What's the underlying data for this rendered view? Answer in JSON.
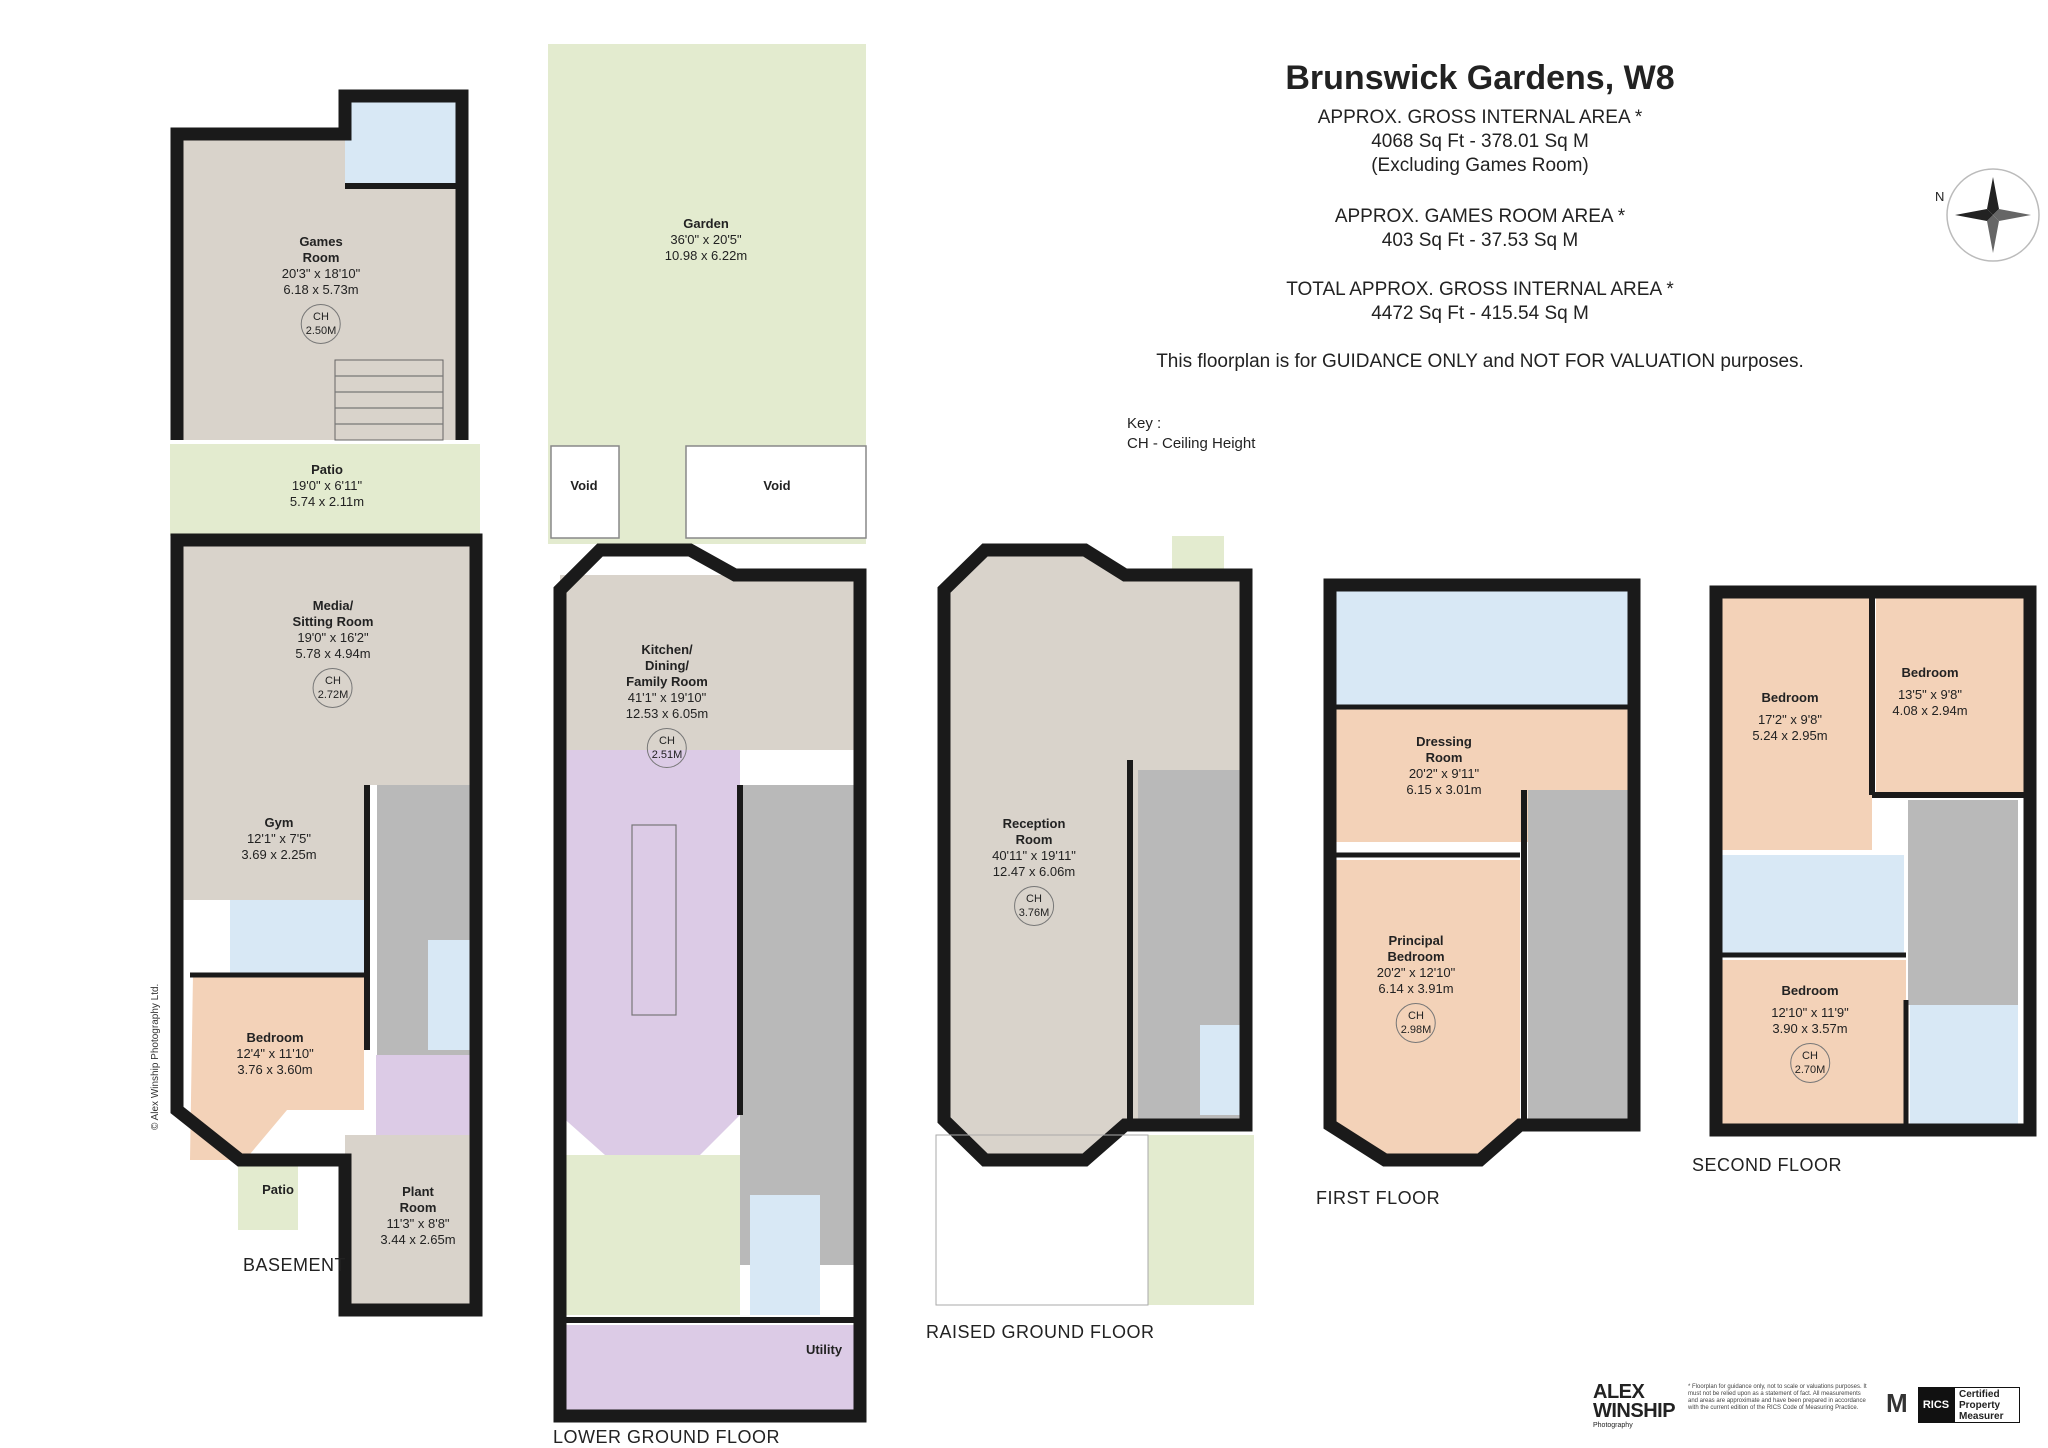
{
  "header": {
    "title": "Brunswick Gardens, W8",
    "gia_heading": "APPROX. GROSS INTERNAL  AREA *",
    "gia_value": "4068 Sq Ft  -  378.01 Sq M",
    "gia_note": "(Excluding Games Room)",
    "games_heading": "APPROX. GAMES ROOM AREA *",
    "games_value": "403 Sq Ft  - 37.53 Sq M",
    "total_heading": "TOTAL  APPROX. GROSS INTERNAL  AREA *",
    "total_value": "4472 Sq Ft  -  415.54 Sq M",
    "guidance": "This floorplan is for GUIDANCE ONLY and NOT FOR VALUATION purposes."
  },
  "key": {
    "title": "Key :",
    "entry": "CH - Ceiling Height"
  },
  "floors": {
    "basement": "BASEMENT",
    "lower_ground": "LOWER GROUND FLOOR",
    "raised_ground": "RAISED GROUND FLOOR",
    "first": "FIRST FLOOR",
    "second": "SECOND FLOOR"
  },
  "rooms": {
    "games": {
      "name": "Games\nRoom",
      "imperial": "20'3\" x 18'10\"",
      "metric": "6.18 x 5.73m",
      "ch": "2.50M"
    },
    "patio1": {
      "name": "Patio",
      "imperial": "19'0\" x 6'11\"",
      "metric": "5.74 x 2.11m"
    },
    "media": {
      "name": "Media/\nSitting Room",
      "imperial": "19'0\" x 16'2\"",
      "metric": "5.78 x 4.94m",
      "ch": "2.72M"
    },
    "gym": {
      "name": "Gym",
      "imperial": "12'1\" x 7'5\"",
      "metric": "3.69 x 2.25m"
    },
    "bedroom_b": {
      "name": "Bedroom",
      "imperial": "12'4\" x 11'10\"",
      "metric": "3.76 x 3.60m"
    },
    "patio2": {
      "name": "Patio"
    },
    "plant": {
      "name": "Plant\nRoom",
      "imperial": "11'3\" x 8'8\"",
      "metric": "3.44 x 2.65m"
    },
    "garden": {
      "name": "Garden",
      "imperial": "36'0\" x 20'5\"",
      "metric": "10.98 x 6.22m"
    },
    "void1": {
      "name": "Void"
    },
    "void2": {
      "name": "Void"
    },
    "kitchen": {
      "name": "Kitchen/\nDining/\nFamily Room",
      "imperial": "41'1\" x 19'10\"",
      "metric": "12.53 x 6.05m",
      "ch": "2.51M"
    },
    "utility": {
      "name": "Utility"
    },
    "reception": {
      "name": "Reception\nRoom",
      "imperial": "40'11\" x 19'11\"",
      "metric": "12.47 x 6.06m",
      "ch": "3.76M"
    },
    "dressing": {
      "name": "Dressing\nRoom",
      "imperial": "20'2\" x 9'11\"",
      "metric": "6.15 x 3.01m"
    },
    "principal": {
      "name": "Principal\nBedroom",
      "imperial": "20'2\" x 12'10\"",
      "metric": "6.14 x 3.91m",
      "ch": "2.98M"
    },
    "bed_s1": {
      "name": "Bedroom",
      "imperial": "17'2\" x 9'8\"",
      "metric": "5.24 x 2.95m"
    },
    "bed_s2": {
      "name": "Bedroom",
      "imperial": "13'5\" x 9'8\"",
      "metric": "4.08 x 2.94m"
    },
    "bed_s3": {
      "name": "Bedroom",
      "imperial": "12'10\" x 11'9\"",
      "metric": "3.90 x 3.57m",
      "ch": "2.70M"
    }
  },
  "ch_prefix": "CH",
  "copyright": "© Alex Winship Photography Ltd.",
  "logo": {
    "line1": "ALEX",
    "line2": "WINSHIP",
    "sub": "Photography"
  },
  "disclaimer": "* Floorplan for guidance only, not to scale or valuations purposes. It must not be relied upon as a statement of fact. All measurements and areas are approximate and have been prepared in accordance with the current edition of the RICS Code of Measuring Practice.",
  "rics": {
    "mark": "RICS",
    "badge": "Certified Property Measurer"
  },
  "colors": {
    "room": "#d9d3cb",
    "garden": "#e3ebcf",
    "bath": "#d8e8f5",
    "kitchen": "#dccbe6",
    "bedroom": "#f3d2b8",
    "stairs": "#b9b9b9",
    "wall": "#1a1a1a"
  }
}
